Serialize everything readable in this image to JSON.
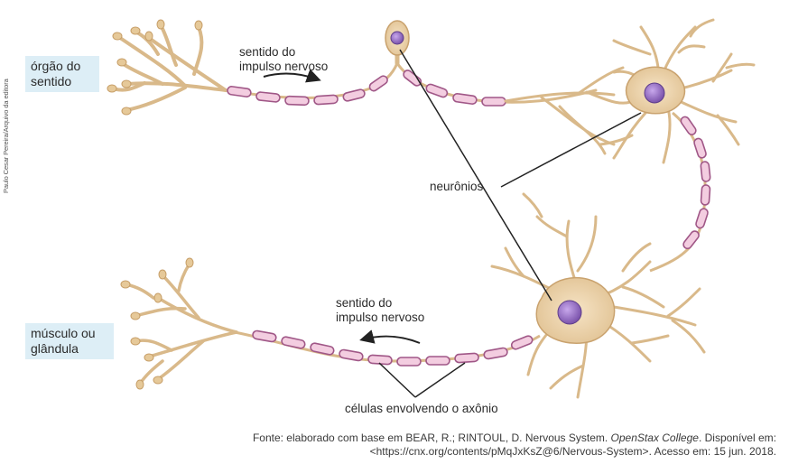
{
  "credit": "Paulo Cesar Pereira/Arquivo da editora",
  "labels": {
    "organ": [
      "órgão do",
      "sentido"
    ],
    "target": [
      "músculo ou",
      "glândula"
    ],
    "impulse_top": [
      "sentido do",
      "impulso nervoso"
    ],
    "impulse_bottom": [
      "sentido do",
      "impulso nervoso"
    ],
    "neurons": "neurônios",
    "cells": "células envolvendo o axônio"
  },
  "source": {
    "prefix": "Fonte: elaborado com base em BEAR, R.; RINTOUL, D. Nervous System. ",
    "italic": "OpenStax College",
    "suffix": ". Disponível em:",
    "line2": "<https://cnx.org/contents/pMqJxKsZ@6/Nervous-System>. Acesso em: 15 jun. 2018."
  },
  "colors": {
    "neuron_body": "#ecd5b0",
    "neuron_outline": "#c9a26e",
    "nucleus": "#9a73c4",
    "myelin": "#f3cde0",
    "myelin_outline": "#a05787",
    "label_box": "#ddeef6",
    "line": "#222222"
  }
}
